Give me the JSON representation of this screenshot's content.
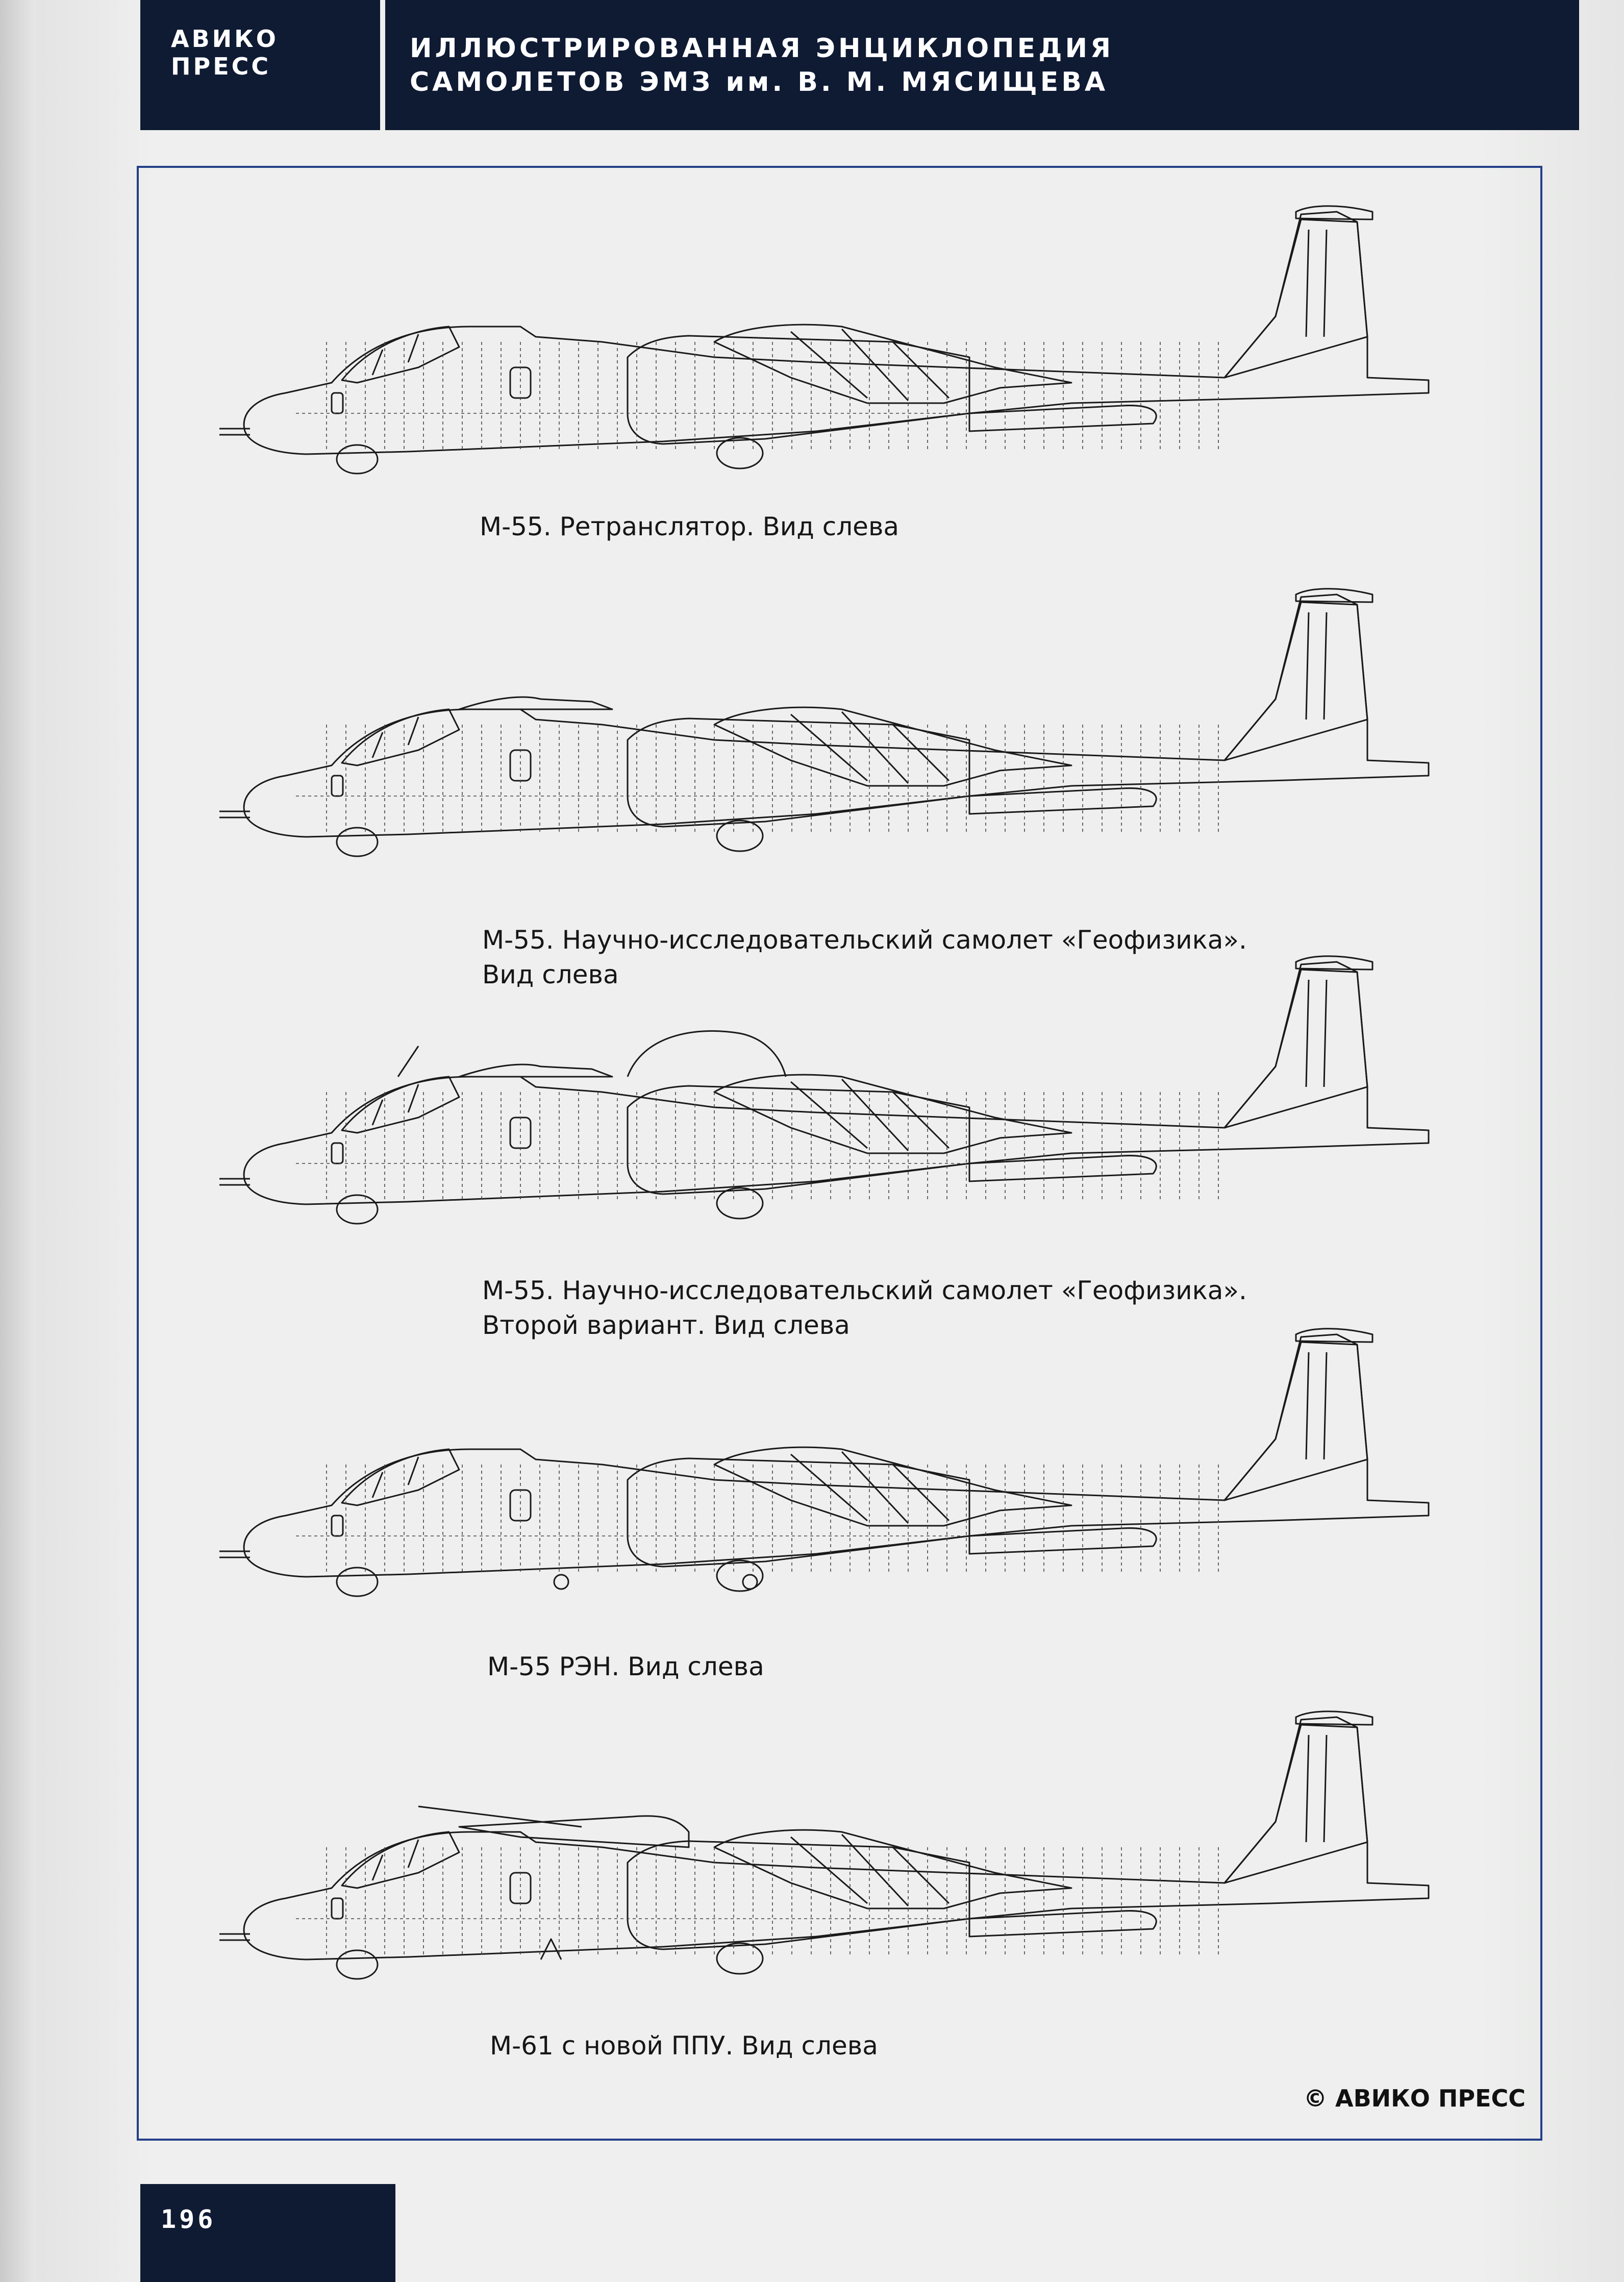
{
  "header": {
    "publisher": "АВИКО ПРЕСС",
    "title_line1": "ИЛЛЮСТРИРОВАННАЯ ЭНЦИКЛОПЕДИЯ",
    "title_line2": "САМОЛЕТОВ ЭМЗ им. В. М. МЯСИЩЕВА"
  },
  "drawings": [
    {
      "caption_line1": "М-55. Ретранслятор. Вид слева",
      "caption_line2": ""
    },
    {
      "caption_line1": "М-55. Научно-исследовательский самолет «Геофизика».",
      "caption_line2": "Вид слева"
    },
    {
      "caption_line1": "М-55. Научно-исследовательский самолет «Геофизика».",
      "caption_line2": "Второй вариант. Вид слева"
    },
    {
      "caption_line1": "М-55 РЭН. Вид слева",
      "caption_line2": ""
    },
    {
      "caption_line1": "М-61 с новой ППУ. Вид слева",
      "caption_line2": ""
    }
  ],
  "copyright": "© АВИКО ПРЕСС",
  "page_number": "196",
  "colors": {
    "header_bg": "#0f1a33",
    "frame": "#233f88",
    "page": "#eeefee"
  }
}
